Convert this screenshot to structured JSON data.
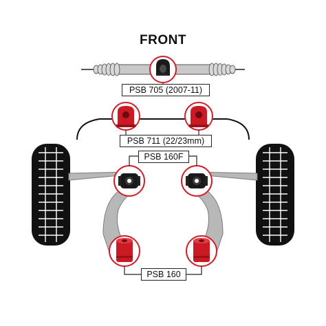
{
  "diagram": {
    "title": "FRONT",
    "labels": {
      "steering_rack_bush": "PSB 705 (2007-11)",
      "anti_roll_bar_bush": "PSB 711 (22/23mm)",
      "front_wishbone_bush": "PSB 160F",
      "rear_wishbone_bush": "PSB 160"
    },
    "colors": {
      "bush_red": "#cc1a24",
      "bush_black": "#1a1a1a",
      "callout_ring": "#d11f2a",
      "wishbone_grey": "#b8b8b8",
      "tyre_black": "#111111",
      "line": "#222222"
    }
  }
}
